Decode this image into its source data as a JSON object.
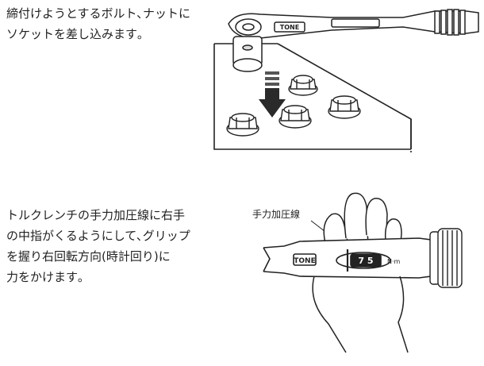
{
  "steps": [
    {
      "text": "締付けようとするボルト､ナットに\nソケットを差し込みます｡"
    },
    {
      "text": "トルクレンチの手力加圧線に右手\nの中指がくるようにして､グリップ\nを握り右回転方向(時計回り)に\n力をかけます｡"
    }
  ],
  "illustration1": {
    "brand_logo": "TONE"
  },
  "illustration2": {
    "callout_label": "手力加圧線",
    "brand_logo": "TONE",
    "scale_value": "7 5",
    "unit": "N·m"
  },
  "colors": {
    "line": "#222222",
    "arrow": "#2a2a2a",
    "text": "#222222"
  }
}
